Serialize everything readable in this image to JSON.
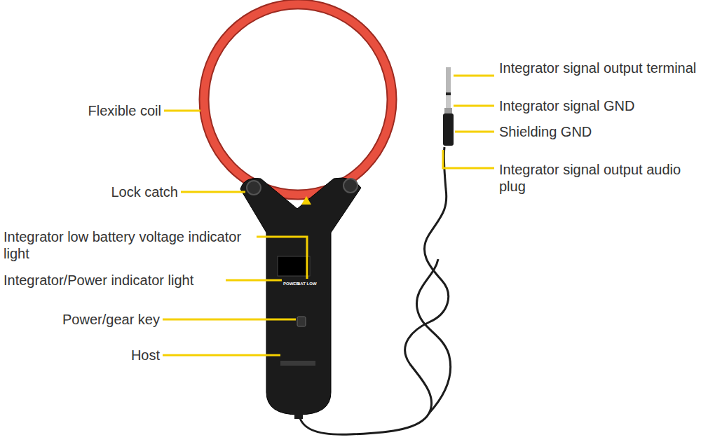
{
  "diagram": {
    "labels": [
      "Flexible coil",
      "Lock catch",
      "Integrator low battery voltage indicator light",
      "Integrator/Power indicator light",
      "Power/gear key",
      "Host",
      "Integrator signal output terminal",
      "Integrator signal GND",
      "Shielding GND",
      "Integrator signal output audio plug",
      "POWER",
      "BAT LOW"
    ]
  }
}
